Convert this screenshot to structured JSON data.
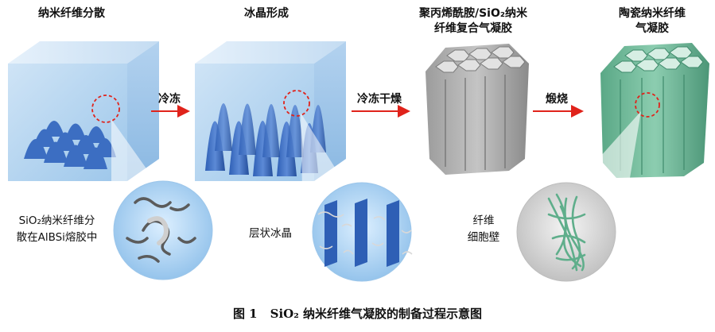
{
  "stages": [
    {
      "title_lines": [
        "纳米纤维分散"
      ]
    },
    {
      "title_lines": [
        "冰晶形成"
      ]
    },
    {
      "title_lines": [
        "聚丙烯酰胺/SiO₂纳米",
        "纤维复合气凝胶"
      ]
    },
    {
      "title_lines": [
        "陶瓷纳米纤维",
        "气凝胶"
      ]
    }
  ],
  "arrows": [
    "冷冻",
    "冷冻干燥",
    "煅烧"
  ],
  "notes": {
    "dispersion": [
      "SiO₂纳米纤维分",
      "散在AlBSi熔胶中"
    ],
    "ice": [
      "层状冰晶"
    ],
    "wall": [
      "纤维",
      "细胞壁"
    ]
  },
  "caption": {
    "number": "图 1",
    "text": "SiO₂ 纳米纤维气凝胶的制备过程示意图"
  },
  "colors": {
    "arrow": "#e0231b",
    "highlight": "#e0231b",
    "ice": "#3f6fc4",
    "gray": "#8f8f8f",
    "green": "#6fb89a"
  }
}
